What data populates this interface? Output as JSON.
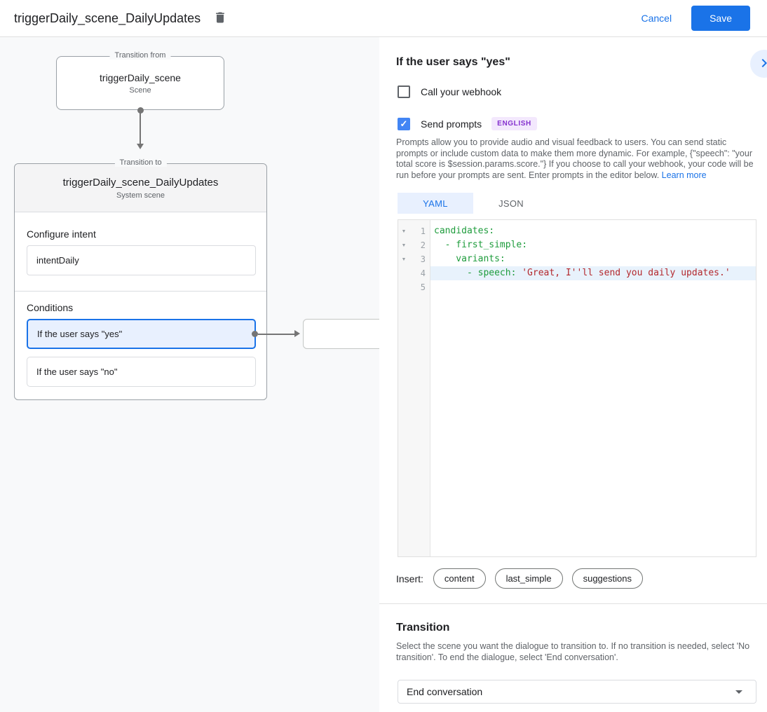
{
  "topbar": {
    "title": "triggerDaily_scene_DailyUpdates",
    "cancel_label": "Cancel",
    "save_label": "Save"
  },
  "diagram": {
    "from_node": {
      "legend": "Transition from",
      "title": "triggerDaily_scene",
      "subtitle": "Scene"
    },
    "to_node": {
      "legend": "Transition to",
      "title": "triggerDaily_scene_DailyUpdates",
      "subtitle": "System scene"
    },
    "configure_intent": {
      "label": "Configure intent",
      "value": "intentDaily"
    },
    "conditions": {
      "label": "Conditions",
      "items": [
        {
          "label": "If the user says \"yes\"",
          "selected": true
        },
        {
          "label": "If the user says \"no\"",
          "selected": false
        }
      ]
    }
  },
  "panel": {
    "title": "If the user says \"yes\"",
    "webhook": {
      "label": "Call your webhook",
      "checked": false
    },
    "send_prompts": {
      "label": "Send prompts",
      "badge": "ENGLISH",
      "checked": true,
      "checkmark": "✓"
    },
    "description": "Prompts allow you to provide audio and visual feedback to users. You can send static prompts or include custom data to make them more dynamic. For example, {\"speech\": \"your total score is $session.params.score.\"} If you choose to call your webhook, your code will be run before your prompts are sent. Enter prompts in the editor below. ",
    "learn_more": "Learn more",
    "tabs": [
      {
        "label": "YAML",
        "active": true
      },
      {
        "label": "JSON",
        "active": false
      }
    ],
    "editor": {
      "lines": [
        {
          "number": "1",
          "fold": "▼",
          "key": "candidates:",
          "string": ""
        },
        {
          "number": "2",
          "fold": "▼",
          "key": "  - first_simple:",
          "string": ""
        },
        {
          "number": "3",
          "fold": "▼",
          "key": "    variants:",
          "string": ""
        },
        {
          "number": "4",
          "fold": "",
          "key": "      - speech: ",
          "string": "'Great, I''ll send you daily updates.'",
          "active": true
        },
        {
          "number": "5",
          "fold": "",
          "key": "",
          "string": ""
        }
      ]
    },
    "insert": {
      "label": "Insert:",
      "chips": [
        "content",
        "last_simple",
        "suggestions"
      ]
    },
    "transition": {
      "title": "Transition",
      "description": "Select the scene you want the dialogue to transition to. If no transition is needed, select 'No transition'. To end the dialogue, select 'End conversation'.",
      "selected_value": "End conversation"
    }
  },
  "colors": {
    "accent_blue": "#1a73e8",
    "accent_light_blue": "#e8f0fe",
    "checkbox_checked": "#4285f4",
    "badge_bg": "#f3e8fd",
    "badge_text": "#8430ce",
    "code_key_green": "#1e9c3c",
    "code_string_red": "#b3282d",
    "active_line_bg": "#e8f2fc",
    "canvas_bg": "#f8f9fa"
  }
}
